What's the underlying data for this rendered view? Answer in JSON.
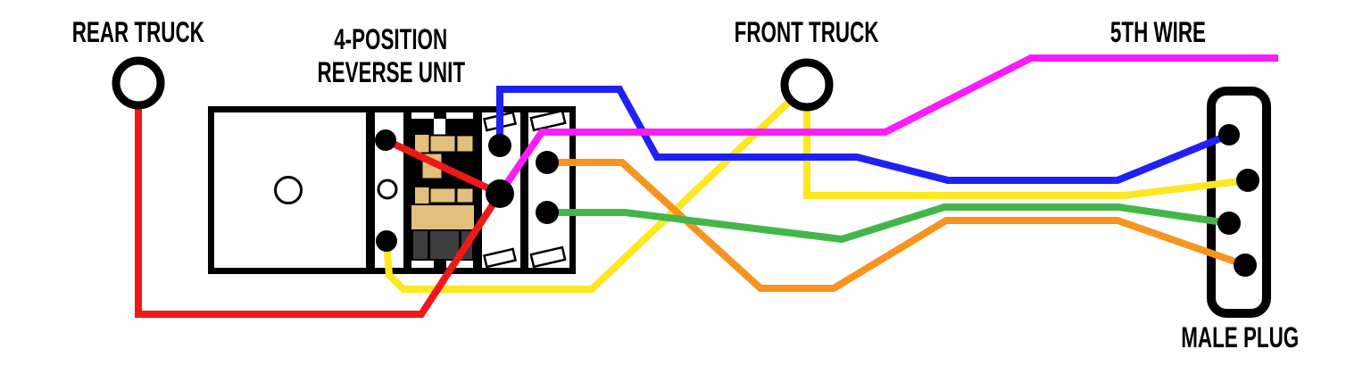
{
  "title": "4-position reverse unit wiring diagram",
  "labels": {
    "rear_truck": "REAR TRUCK",
    "reverse_unit_line1": "4-POSITION",
    "reverse_unit_line2": "REVERSE UNIT",
    "front_truck": "FRONT TRUCK",
    "fifth_wire": "5TH WIRE",
    "male_plug": "MALE PLUG"
  },
  "colors": {
    "black": "#000000",
    "white": "#ffffff",
    "red": "#ee1818",
    "blue": "#2020f5",
    "yellow": "#ffe71f",
    "magenta": "#fb1cfb",
    "green": "#43b649",
    "orange": "#f79420",
    "tan": "#e2c07c",
    "dark_gray": "#3d3d3d"
  },
  "wires": [
    {
      "color_name": "red",
      "from": "rear truck",
      "to": "reverse unit center contact"
    },
    {
      "color_name": "yellow",
      "from": "reverse unit",
      "to": "front truck"
    },
    {
      "color_name": "yellow",
      "from": "front truck",
      "to": "male plug pin 2"
    },
    {
      "color_name": "blue",
      "from": "reverse unit",
      "to": "male plug pin 1"
    },
    {
      "color_name": "magenta",
      "from": "reverse unit",
      "to": "5th wire"
    },
    {
      "color_name": "orange",
      "from": "reverse unit",
      "to": "male plug pin 4"
    },
    {
      "color_name": "green",
      "from": "reverse unit",
      "to": "male plug pin 3"
    }
  ]
}
